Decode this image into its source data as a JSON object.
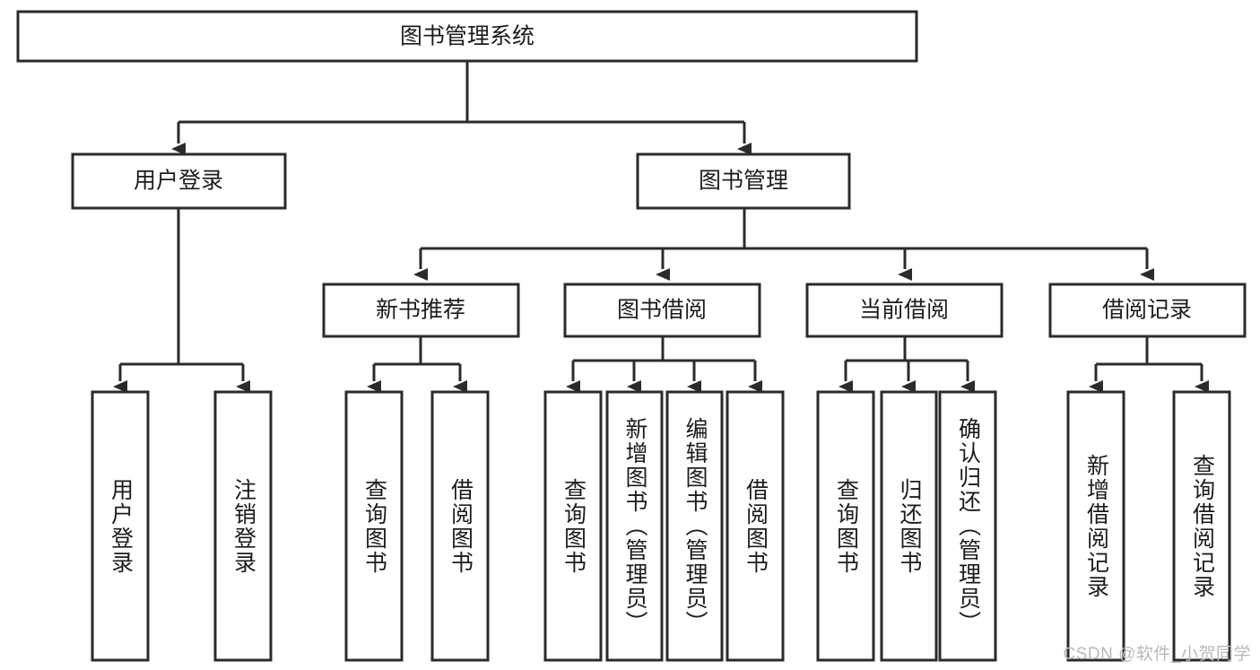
{
  "diagram": {
    "type": "hierarchy-tree",
    "title": "图书管理系统",
    "watermark": "CSDN @软件_小贺同学",
    "colors": {
      "stroke": "#2b2b2b",
      "box_fill": "#ffffff",
      "text": "#1c1c1c",
      "watermark": "#b9b9b9",
      "background": "#ffffff"
    },
    "root": {
      "label": "图书管理系统"
    },
    "level2": [
      {
        "label": "用户登录"
      },
      {
        "label": "图书管理"
      }
    ],
    "level3": [
      {
        "label": "新书推荐"
      },
      {
        "label": "图书借阅"
      },
      {
        "label": "当前借阅"
      },
      {
        "label": "借阅记录"
      }
    ],
    "leaves": {
      "user_login": [
        {
          "label": "用户登录"
        },
        {
          "label": "注销登录"
        }
      ],
      "new_book_recommend": [
        {
          "label": "查询图书"
        },
        {
          "label": "借阅图书"
        }
      ],
      "book_borrow": [
        {
          "label": "查询图书"
        },
        {
          "label": "新增图书（管理员）"
        },
        {
          "label": "编辑图书（管理员）"
        },
        {
          "label": "借阅图书"
        }
      ],
      "current_borrow": [
        {
          "label": "查询图书"
        },
        {
          "label": "归还图书"
        },
        {
          "label": "确认归还（管理员）"
        }
      ],
      "borrow_record": [
        {
          "label": "新增借阅记录"
        },
        {
          "label": "查询借阅记录"
        }
      ]
    }
  }
}
